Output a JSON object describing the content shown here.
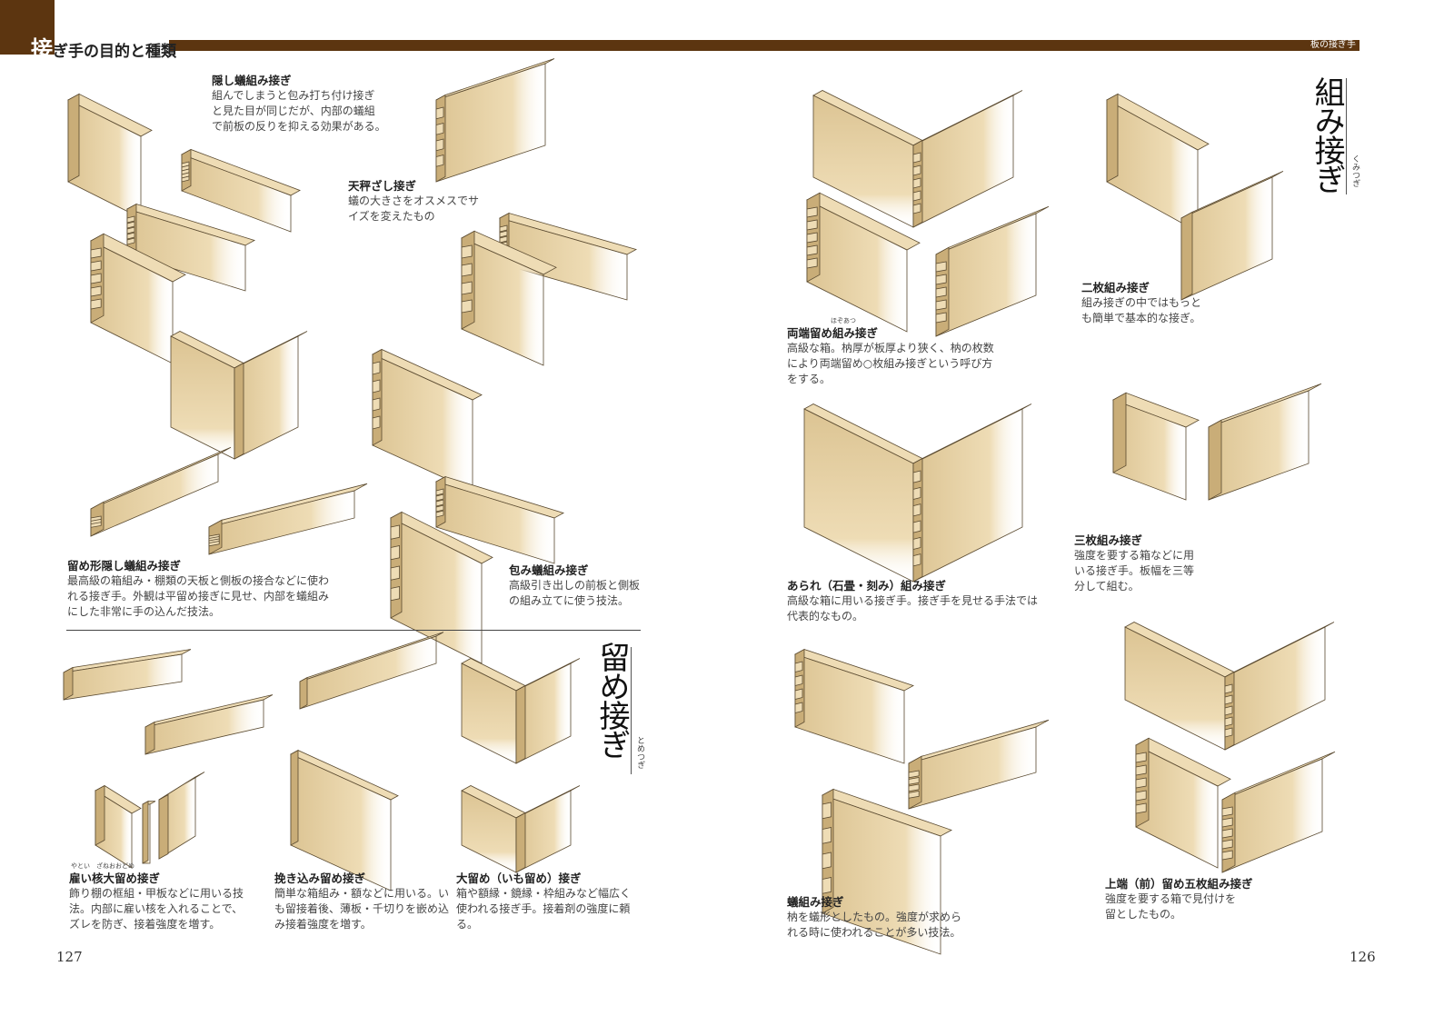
{
  "header": {
    "title_first_char": "接",
    "title_rest": "ぎ手の目的と種類",
    "section_label": "板の接ぎ手",
    "brand_color": "#5c3510"
  },
  "sections": {
    "tome": {
      "title": "留め接ぎ",
      "reading": "とめつぎ"
    },
    "kumi": {
      "title": "組み接ぎ",
      "reading": "くみつぎ"
    }
  },
  "captions": [
    {
      "title": "隠し蟻組み接ぎ",
      "lines": [
        "組んでしまうと包み打ち付け接ぎ",
        "と見た目が同じだが、内部の蟻組",
        "で前板の反りを抑える効果がある。"
      ]
    },
    {
      "title": "天秤ざし接ぎ",
      "lines": [
        "蟻の大きさをオスメスでサ",
        "イズを変えたもの"
      ]
    },
    {
      "title": "留め形隠し蟻組み接ぎ",
      "lines": [
        "最高級の箱組み・棚類の天板と側板の接合などに使わ",
        "れる接ぎ手。外観は平留め接ぎに見せ、内部を蟻組み",
        "にした非常に手の込んだ技法。"
      ]
    },
    {
      "title": "包み蟻組み接ぎ",
      "lines": [
        "高級引き出しの前板と側板",
        "の組み立てに使う技法。"
      ]
    },
    {
      "title": "雇い核大留め接ぎ",
      "ruby": "やとい　ざねおおどめ",
      "lines": [
        "飾り棚の框組・甲板などに用いる技",
        "法。内部に雇い核を入れることで、",
        "ズレを防ぎ、接着強度を増す。"
      ]
    },
    {
      "title": "挽き込み留め接ぎ",
      "lines": [
        "簡単な箱組み・額などに用いる。い",
        "も留接着後、薄板・千切りを嵌め込",
        "み接着強度を増す。"
      ]
    },
    {
      "title": "大留め（いも留め）接ぎ",
      "lines": [
        "箱や額縁・鏡縁・枠組みなど幅広く",
        "使われる接ぎ手。接着剤の強度に頼",
        "る。"
      ]
    },
    {
      "title": "両端留め組み接ぎ",
      "ruby": "ほぞあつ",
      "lines": [
        "高級な箱。枘厚が板厚より狭く、枘の枚数",
        "により両端留め○枚組み接ぎという呼び方",
        "をする。"
      ]
    },
    {
      "title": "二枚組み接ぎ",
      "lines": [
        "組み接ぎの中ではもっと",
        "も簡単で基本的な接ぎ。"
      ]
    },
    {
      "title": "あられ（石畳・刻み）組み接ぎ",
      "lines": [
        "高級な箱に用いる接ぎ手。接ぎ手を見せる手法では",
        "代表的なもの。"
      ]
    },
    {
      "title": "三枚組み接ぎ",
      "lines": [
        "強度を要する箱などに用",
        "いる接ぎ手。板幅を三等",
        "分して組む。"
      ]
    },
    {
      "title": "蟻組み接ぎ",
      "lines": [
        "枘を蟻形としたもの。強度が求めら",
        "れる時に使われることが多い技法。"
      ]
    },
    {
      "title": "上端（前）留め五枚組み接ぎ",
      "lines": [
        "強度を要する箱で見付けを",
        "留としたもの。"
      ]
    }
  ],
  "page_numbers": {
    "left": "127",
    "right": "126"
  },
  "colors": {
    "wood_light": "#eedcb5",
    "wood_mid": "#dcc493",
    "wood_dark": "#c9ad78",
    "outline": "#5a4a30"
  }
}
